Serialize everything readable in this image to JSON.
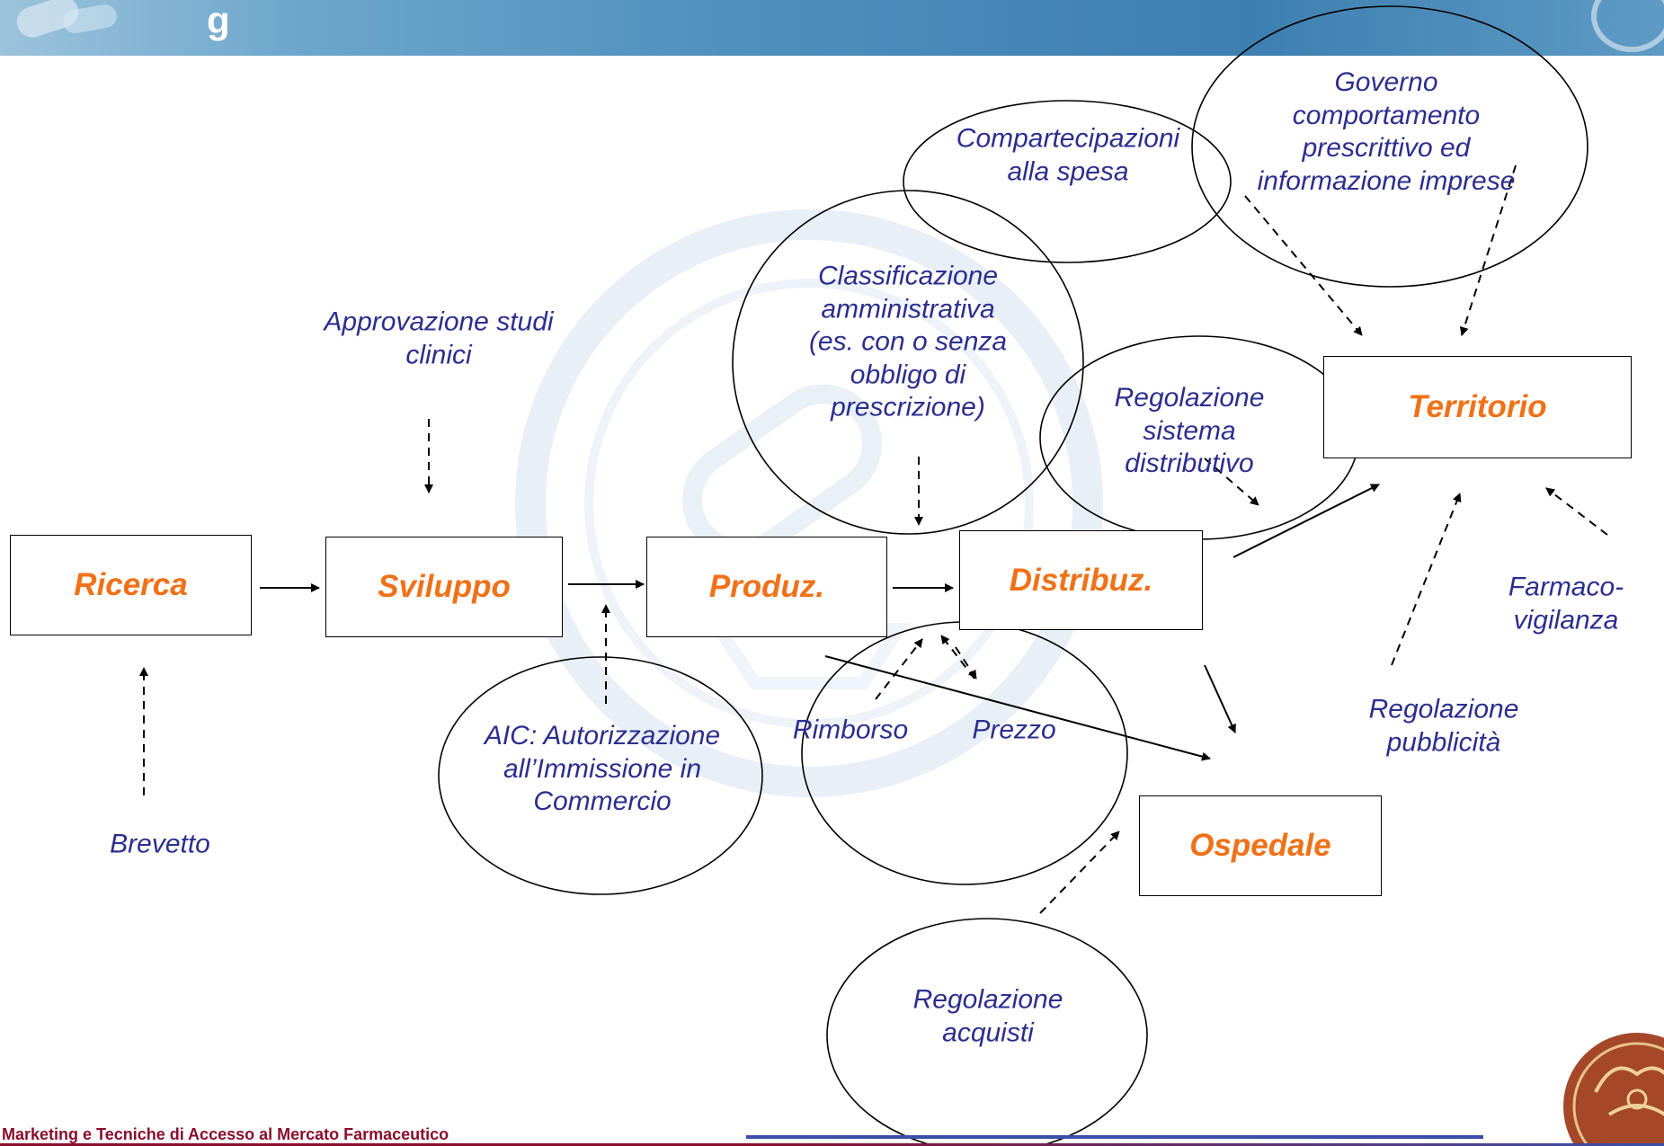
{
  "header": {
    "heading_fragment": "g"
  },
  "stages": {
    "ricerca": "Ricerca",
    "sviluppo": "Sviluppo",
    "produz": "Produz.",
    "distribuz": "Distribuz.",
    "territorio": "Territorio",
    "ospedale": "Ospedale"
  },
  "notes": {
    "approvazione": [
      "Approvazione studi",
      "clinici"
    ],
    "brevetto": [
      "Brevetto"
    ],
    "aic": [
      "AIC: Autorizzazione",
      "all’Immissione in",
      "Commercio"
    ],
    "rimborso": [
      "Rimborso"
    ],
    "prezzo": [
      "Prezzo"
    ],
    "classificazione": [
      "Classificazione",
      "amministrativa",
      "(es. con  o senza",
      "obbligo di",
      "prescrizione)"
    ],
    "compartecipazioni": [
      "Compartecipazioni",
      "alla spesa"
    ],
    "governo": [
      "Governo",
      "comportamento",
      "prescrittivo ed",
      "informazione imprese"
    ],
    "regolazione_distributivo": [
      "Regolazione",
      "sistema",
      "distributivo"
    ],
    "farmacovigilanza": [
      "Farmaco-",
      "vigilanza"
    ],
    "regolazione_pubblicita": [
      "Regolazione",
      "pubblicità"
    ],
    "regolazione_acquisti": [
      "Regolazione",
      "acquisti"
    ]
  },
  "footer": {
    "course_title": "Marketing e Tecniche di Accesso al Mercato Farmaceutico"
  },
  "colors": {
    "stage_text": "#f07118",
    "note_text": "#2d2d8f",
    "footer_text": "#8a0d2c",
    "header_blue": "#3d7fb1"
  }
}
